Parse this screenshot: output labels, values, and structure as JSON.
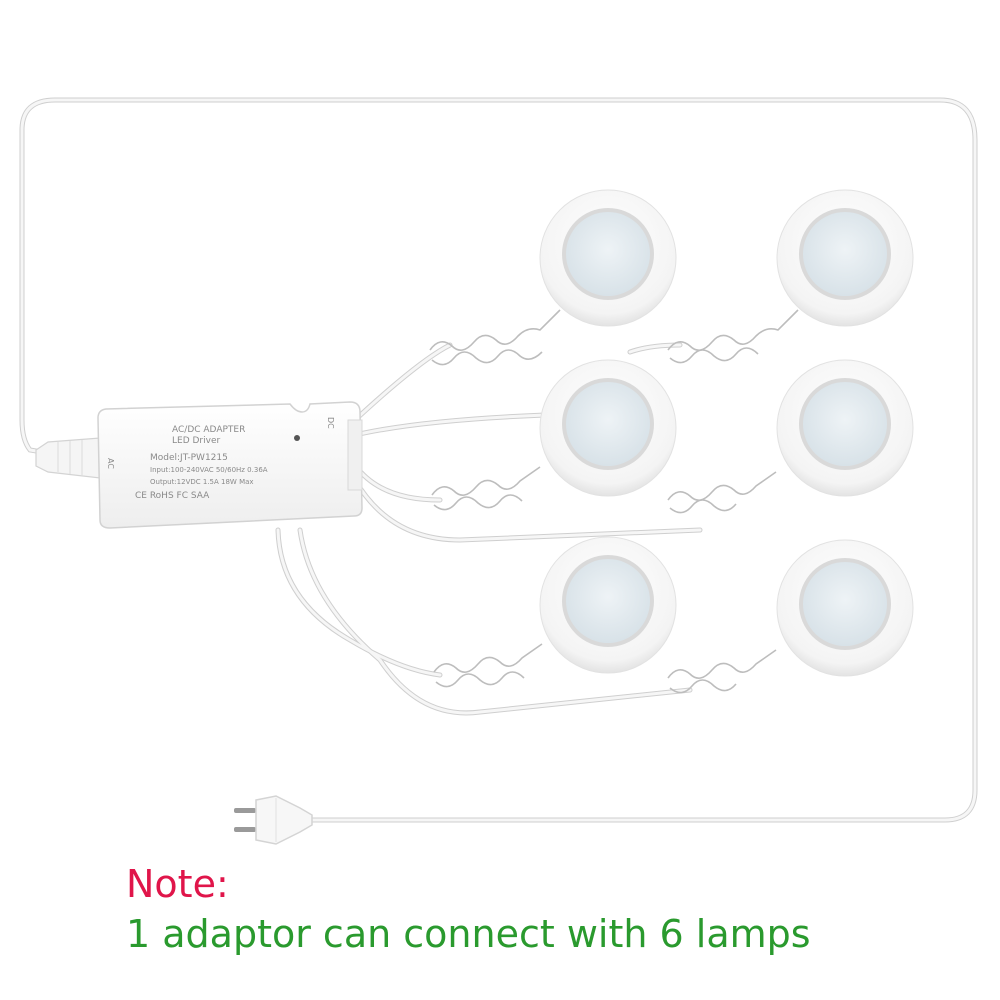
{
  "colors": {
    "note_title": "#e0154a",
    "note_body": "#2a9a2e",
    "cable": "#f3f3f3",
    "cable_edge": "#cfcfcf",
    "lamp_body": "#fbfbfb",
    "lamp_lens": "#e4ebf0"
  },
  "note": {
    "title": "Note:",
    "body": "1 adaptor can connect with 6 lamps"
  },
  "adapter": {
    "line1": "AC/DC ADAPTER",
    "line2": "LED Driver",
    "model": "Model:JT-PW1215",
    "input": "Input:100-240VAC 50/60Hz 0.36A",
    "output": "Output:12VDC 1.5A 18W Max",
    "marks": "CE RoHS FC SAA",
    "side_ac": "AC",
    "side_dc": "DC"
  },
  "lamps": [
    {
      "id": "lamp-1"
    },
    {
      "id": "lamp-2"
    },
    {
      "id": "lamp-3"
    },
    {
      "id": "lamp-4"
    },
    {
      "id": "lamp-5"
    },
    {
      "id": "lamp-6"
    }
  ]
}
